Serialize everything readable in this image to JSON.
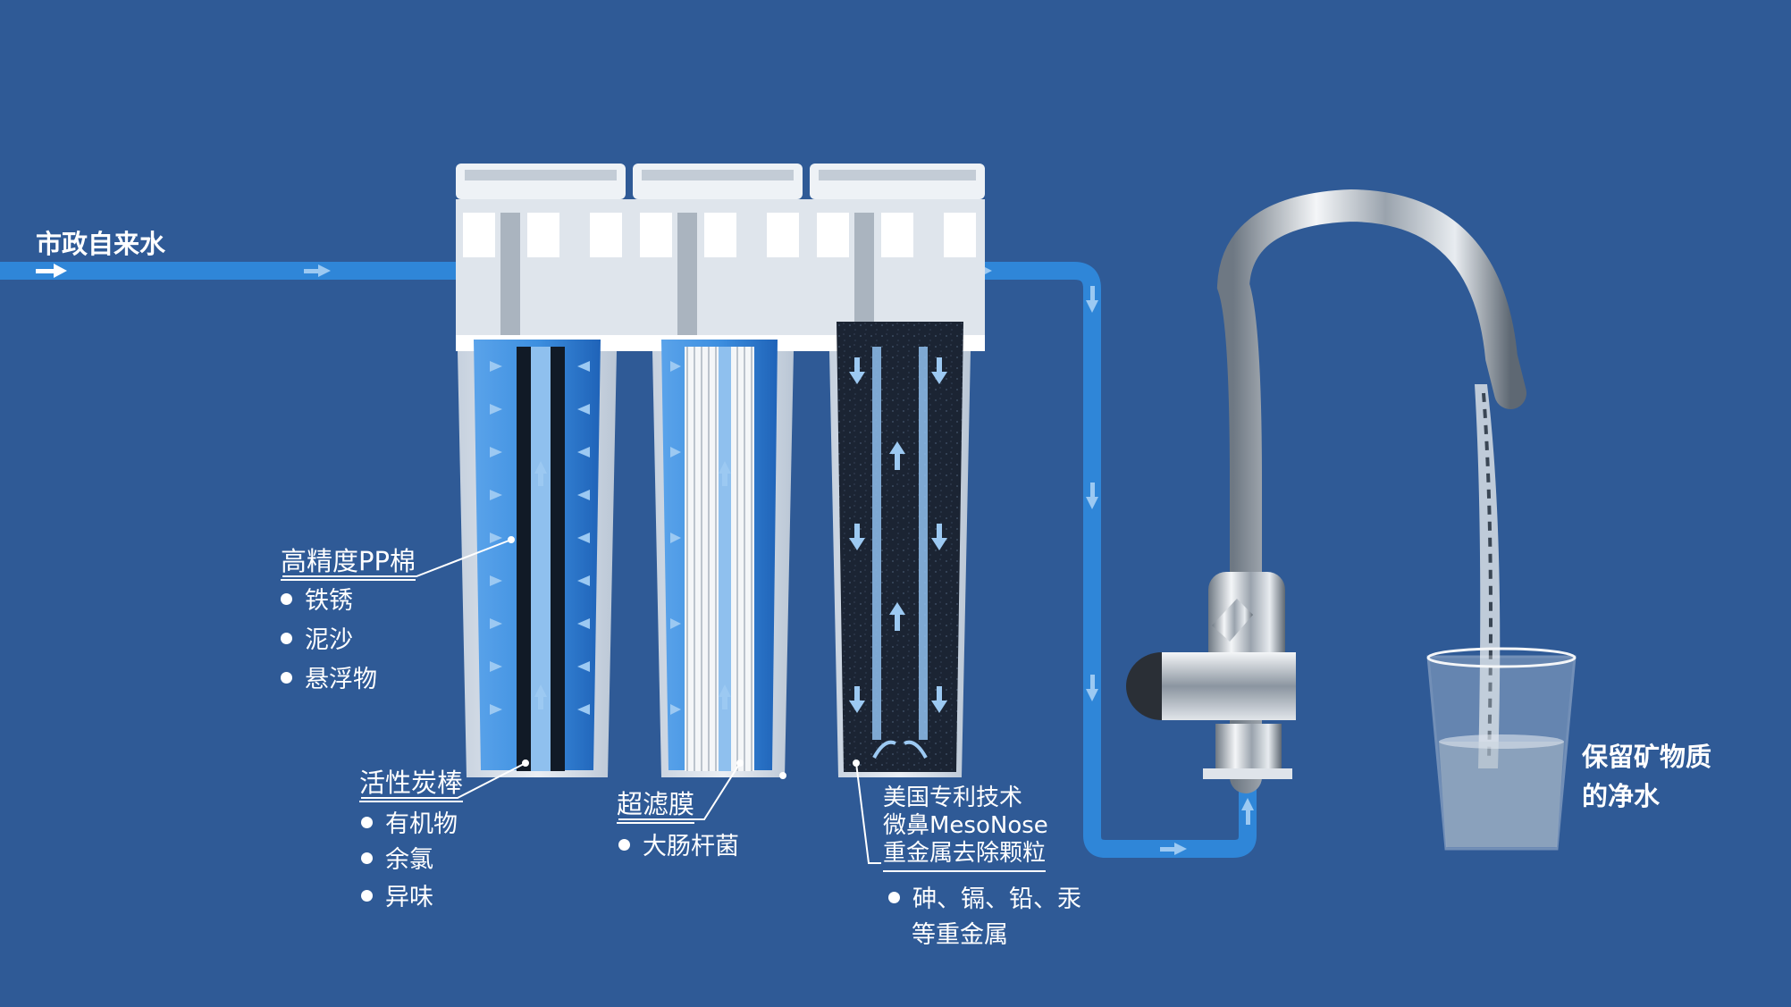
{
  "labels": {
    "municipal_water": "市政自来水",
    "pp_cotton": {
      "title": "高精度PP棉",
      "items": [
        "铁锈",
        "泥沙",
        "悬浮物"
      ]
    },
    "carbon_rod": {
      "title": "活性炭棒",
      "items": [
        "有机物",
        "余氯",
        "异味"
      ]
    },
    "uf_membrane": {
      "title": "超滤膜",
      "items": [
        "大肠杆菌"
      ]
    },
    "mesonose": {
      "title_lines": [
        "美国专利技术",
        "微鼻MesoNose",
        "重金属去除颗粒"
      ],
      "items": [
        "砷、镉、铅、汞",
        "等重金属"
      ]
    },
    "pure_water": [
      "保留矿物质",
      "的净水"
    ]
  },
  "colors": {
    "background": "#2f5a96",
    "water_pipe": "#2f86d8",
    "arrow": "#9cc9f2",
    "cartridge_carbon": "#1b2433",
    "housing": "#eef2f6"
  },
  "icons": [
    "flow-arrow-icon",
    "faucet-icon",
    "glass-icon"
  ]
}
